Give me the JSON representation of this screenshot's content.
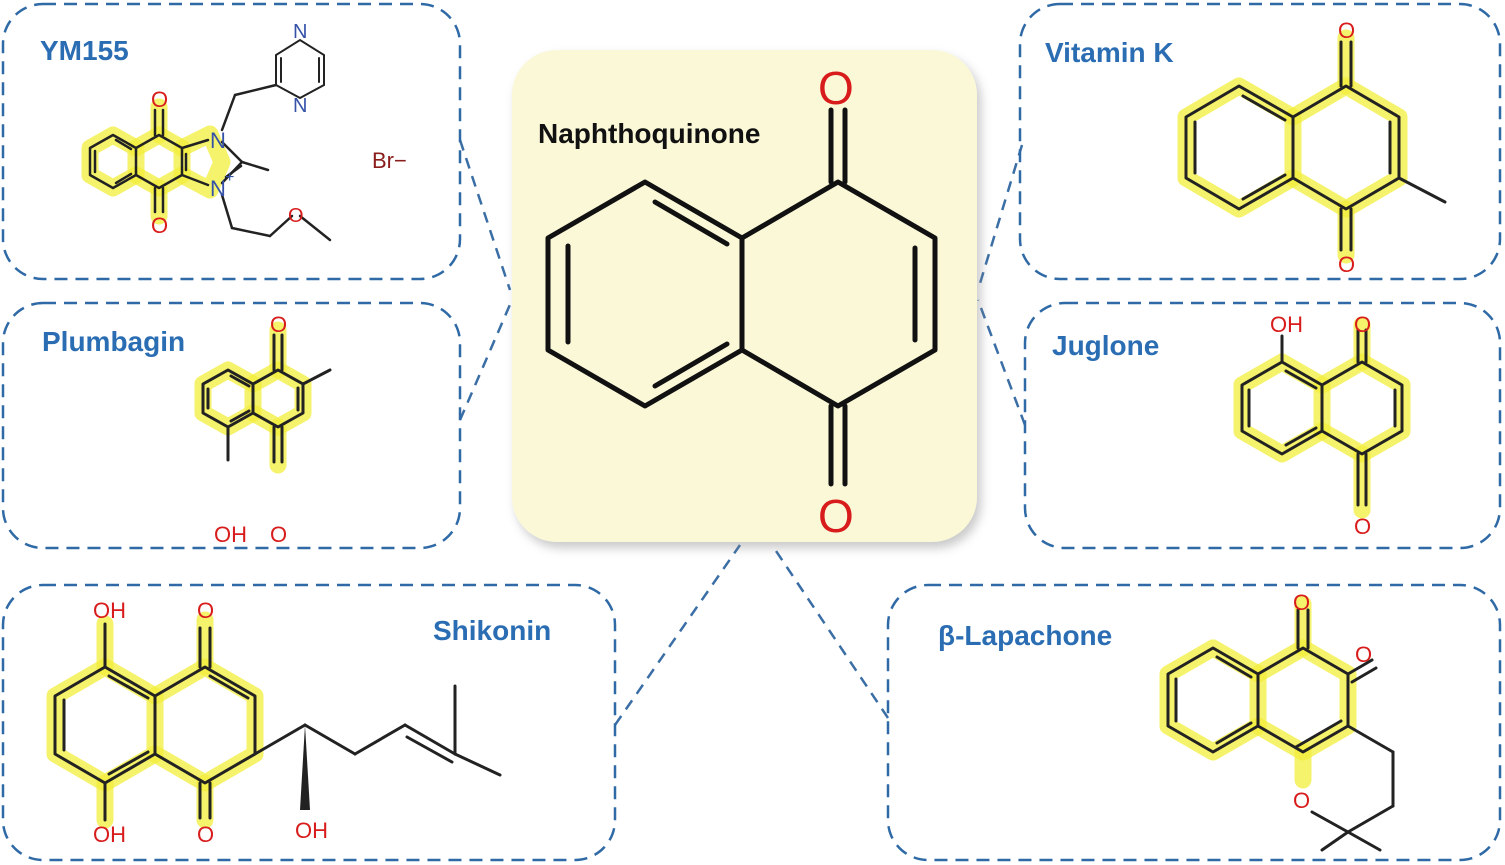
{
  "diagram": {
    "center": {
      "title": "Naphthoquinone",
      "atoms": [
        "O",
        "O"
      ],
      "panel_color": "#fbf8d8"
    },
    "compounds": [
      {
        "name": "YM155",
        "atoms": [
          "O",
          "O",
          "N",
          "N",
          "N",
          "N",
          "+",
          "O",
          "Br−"
        ]
      },
      {
        "name": "Plumbagin",
        "atoms": [
          "O",
          "O",
          "OH"
        ]
      },
      {
        "name": "Shikonin",
        "atoms": [
          "OH",
          "O",
          "OH",
          "O",
          "OH"
        ]
      },
      {
        "name": "Vitamin K",
        "atoms": [
          "O",
          "O"
        ]
      },
      {
        "name": "Juglone",
        "atoms": [
          "OH",
          "O",
          "O"
        ]
      },
      {
        "name": "β-Lapachone",
        "atoms": [
          "O",
          "O",
          "O"
        ]
      }
    ],
    "colors": {
      "title": "#2a6db3",
      "dashed_border": "#2f6aa6",
      "highlight": "#f2ee3a",
      "oxygen": "#d81c1c",
      "nitrogen": "#3552a8",
      "bromide": "#8a1c1c"
    }
  }
}
